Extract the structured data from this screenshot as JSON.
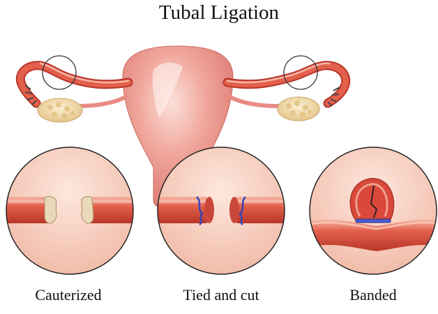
{
  "figure": {
    "title": "Tubal Ligation",
    "labels": [
      "Cauterized",
      "Tied and cut",
      "Banded"
    ]
  },
  "colors": {
    "uterus": "#e98a84",
    "uterus_light": "#f7c6bd",
    "tube": "#d9483a",
    "tube_highlight": "#f3a28f",
    "ovary": "#f1ddb0",
    "circle_bg": "#f6cdbd",
    "suture": "#3344bb",
    "band": "#4a5ad0",
    "outline": "#222222"
  }
}
